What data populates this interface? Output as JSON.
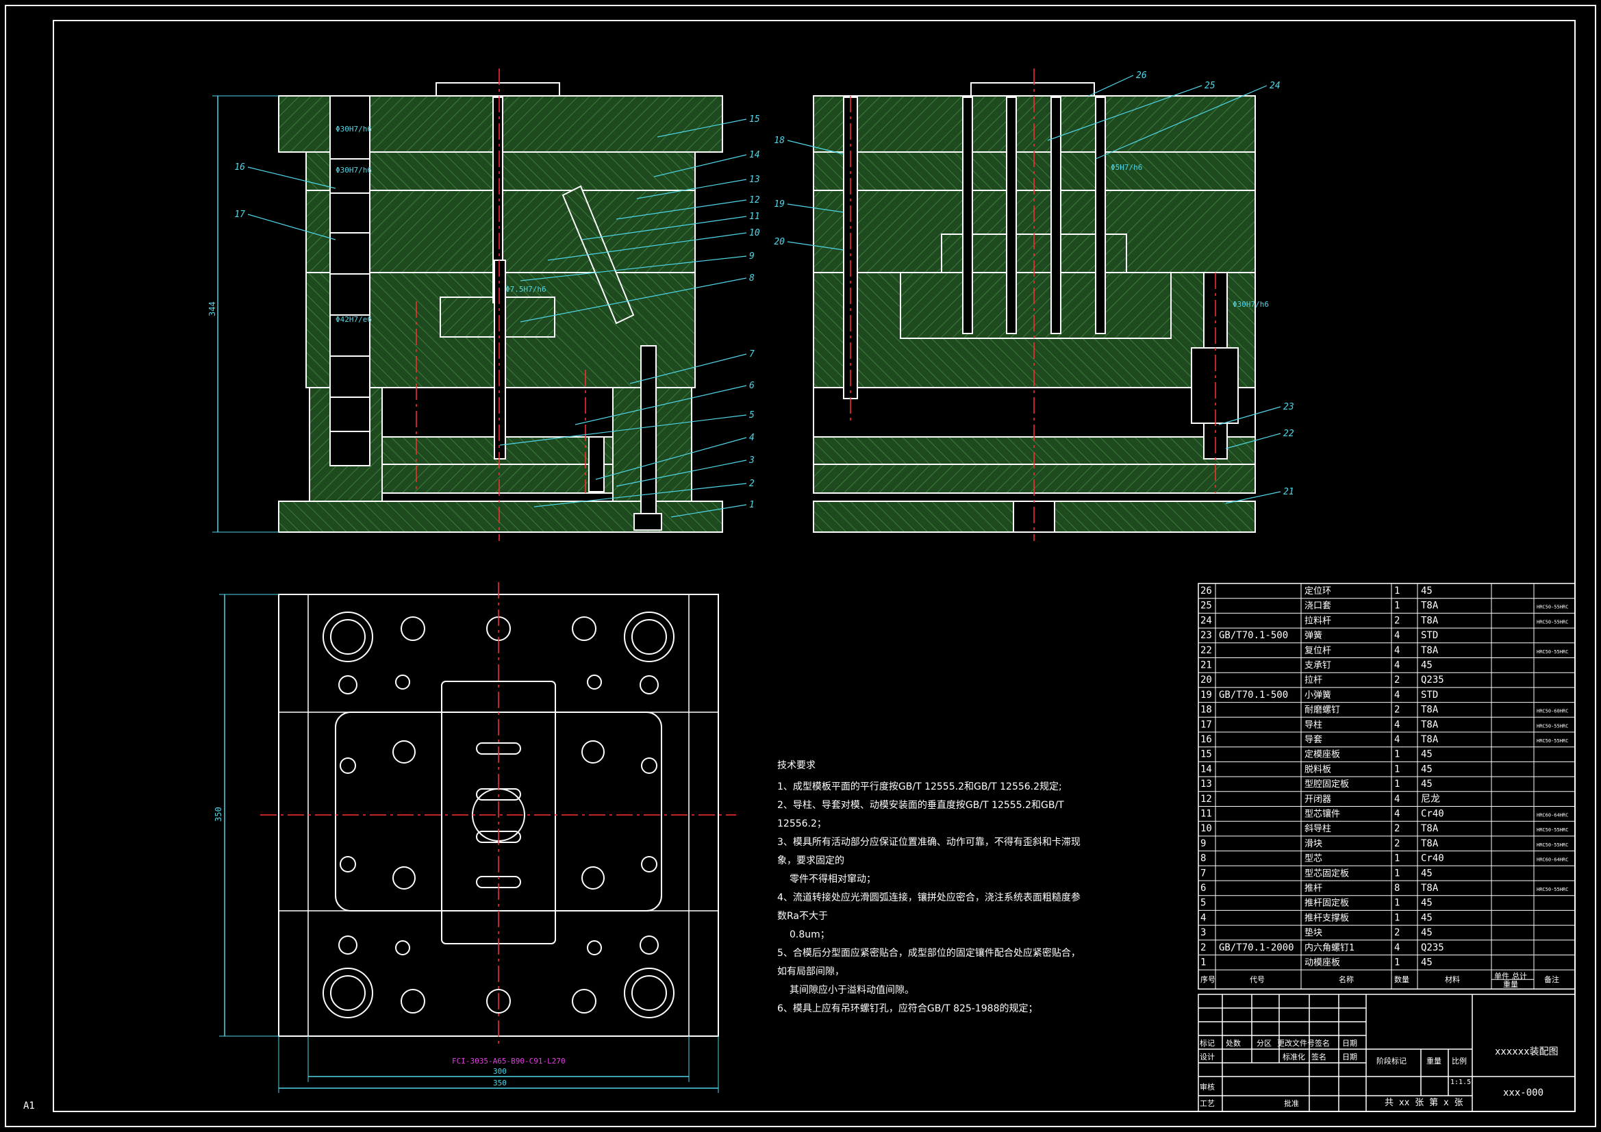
{
  "sheet_size": "A1",
  "dimensions": {
    "front_height": "344",
    "plan_height": "350",
    "plan_inner_width": "300",
    "plan_outer_width": "350",
    "fit_1": "Φ30H7/h6",
    "fit_2": "Φ30H7/h6",
    "fit_3": "Φ42H7/e6",
    "fit_4": "Φ7.5H7/h6",
    "fit_5": "Φ5H7/h6",
    "fit_6": "Φ30H7/h6"
  },
  "front_callouts": [
    "15",
    "14",
    "13",
    "12",
    "11",
    "10",
    "9",
    "8",
    "7",
    "6",
    "5",
    "4",
    "3",
    "2",
    "1"
  ],
  "left_callouts": [
    "16",
    "17"
  ],
  "side_callouts_top": [
    "26",
    "25",
    "24"
  ],
  "side_callouts_left": [
    "18",
    "19",
    "20"
  ],
  "side_callouts_right": [
    "23",
    "22",
    "21"
  ],
  "mold_base_spec": "FCI-3035-A65-B90-C91-L270",
  "technical_requirements": {
    "title": "技术要求",
    "items": [
      "1、成型模板平面的平行度按GB/T 12555.2和GB/T 12556.2规定;",
      "2、导柱、导套对模、动模安装面的垂直度按GB/T 12555.2和GB/T 12556.2；",
      "3、模具所有活动部分应保证位置准确、动作可靠，不得有歪斜和卡滞现象，要求固定的",
      "零件不得相对窜动；",
      "4、流道转接处应光滑圆弧连接，镶拼处应密合，浇注系统表面粗糙度参数Ra不大于",
      "0.8um；",
      "5、合模后分型面应紧密贴合，成型部位的固定镶件配合处应紧密贴合，如有局部间隙，",
      "其间隙应小于溢料动值间隙。",
      "6、模具上应有吊环螺钉孔，应符合GB/T 825-1988的规定；"
    ]
  },
  "bom": {
    "rows": [
      {
        "no": "26",
        "code": "",
        "name": "定位环",
        "qty": "1",
        "material": "45",
        "remark": ""
      },
      {
        "no": "25",
        "code": "",
        "name": "浇口套",
        "qty": "1",
        "material": "T8A",
        "remark": "HRC50-55HRC"
      },
      {
        "no": "24",
        "code": "",
        "name": "拉料杆",
        "qty": "2",
        "material": "T8A",
        "remark": "HRC50-55HRC"
      },
      {
        "no": "23",
        "code": "GB/T70.1-500",
        "name": "弹簧",
        "qty": "4",
        "material": "STD",
        "remark": ""
      },
      {
        "no": "22",
        "code": "",
        "name": "复位杆",
        "qty": "4",
        "material": "T8A",
        "remark": "HRC50-55HRC"
      },
      {
        "no": "21",
        "code": "",
        "name": "支承钉",
        "qty": "4",
        "material": "45",
        "remark": ""
      },
      {
        "no": "20",
        "code": "",
        "name": "拉杆",
        "qty": "2",
        "material": "Q235",
        "remark": ""
      },
      {
        "no": "19",
        "code": "GB/T70.1-500",
        "name": "小弹簧",
        "qty": "4",
        "material": "STD",
        "remark": ""
      },
      {
        "no": "18",
        "code": "",
        "name": "耐磨螺钉",
        "qty": "2",
        "material": "T8A",
        "remark": "HRC50-60HRC"
      },
      {
        "no": "17",
        "code": "",
        "name": "导柱",
        "qty": "4",
        "material": "T8A",
        "remark": "HRC50-55HRC"
      },
      {
        "no": "16",
        "code": "",
        "name": "导套",
        "qty": "4",
        "material": "T8A",
        "remark": "HRC50-55HRC"
      },
      {
        "no": "15",
        "code": "",
        "name": "定模座板",
        "qty": "1",
        "material": "45",
        "remark": ""
      },
      {
        "no": "14",
        "code": "",
        "name": "脱料板",
        "qty": "1",
        "material": "45",
        "remark": ""
      },
      {
        "no": "13",
        "code": "",
        "name": "型腔固定板",
        "qty": "1",
        "material": "45",
        "remark": ""
      },
      {
        "no": "12",
        "code": "",
        "name": "开闭器",
        "qty": "4",
        "material": "尼龙",
        "remark": ""
      },
      {
        "no": "11",
        "code": "",
        "name": "型芯镶件",
        "qty": "4",
        "material": "Cr40",
        "remark": "HRC60-64HRC"
      },
      {
        "no": "10",
        "code": "",
        "name": "斜导柱",
        "qty": "2",
        "material": "T8A",
        "remark": "HRC50-55HRC"
      },
      {
        "no": "9",
        "code": "",
        "name": "滑块",
        "qty": "2",
        "material": "T8A",
        "remark": "HRC50-55HRC"
      },
      {
        "no": "8",
        "code": "",
        "name": "型芯",
        "qty": "1",
        "material": "Cr40",
        "remark": "HRC60-64HRC"
      },
      {
        "no": "7",
        "code": "",
        "name": "型芯固定板",
        "qty": "1",
        "material": "45",
        "remark": ""
      },
      {
        "no": "6",
        "code": "",
        "name": "推杆",
        "qty": "8",
        "material": "T8A",
        "remark": "HRC50-55HRC"
      },
      {
        "no": "5",
        "code": "",
        "name": "推杆固定板",
        "qty": "1",
        "material": "45",
        "remark": ""
      },
      {
        "no": "4",
        "code": "",
        "name": "推杆支撑板",
        "qty": "1",
        "material": "45",
        "remark": ""
      },
      {
        "no": "3",
        "code": "",
        "name": "垫块",
        "qty": "2",
        "material": "45",
        "remark": ""
      },
      {
        "no": "2",
        "code": "GB/T70.1-2000",
        "name": "内六角螺钉1",
        "qty": "4",
        "material": "Q235",
        "remark": ""
      },
      {
        "no": "1",
        "code": "",
        "name": "动模座板",
        "qty": "1",
        "material": "45",
        "remark": ""
      }
    ],
    "header": {
      "no": "序号",
      "code": "代号",
      "name": "名称",
      "qty": "数量",
      "material": "材料",
      "unit_mass": "单件",
      "total_mass": "总计",
      "mass": "重量",
      "remark": "备注"
    }
  },
  "title_block": {
    "drawing_title": "xxxxxx装配图",
    "drawing_number": "xxx-000",
    "scale": "1:1.5",
    "sheets": "共 xx 张  第 x 张",
    "labels": {
      "mark": "标记",
      "count": "处数",
      "zone": "分区",
      "change_doc": "更改文件号",
      "sign": "签名",
      "date": "日期",
      "design": "设计",
      "standardize": "标准化",
      "sign2": "签名",
      "date2": "日期",
      "review": "审核",
      "process": "工艺",
      "approve": "批准",
      "stage_mark": "阶段标记",
      "weight": "重量",
      "scale_label": "比例"
    }
  },
  "colors": {
    "outline": "#ffffff",
    "hatch": "#3a7d3a",
    "plate_fill": "#1f4a1f",
    "leader": "#4fd6e8",
    "center": "#ff3030",
    "hidden": "#b8b8b8",
    "fit_text": "#4fd6e8",
    "dimension": "#4fd6e8",
    "magenta": "#e040e0"
  }
}
